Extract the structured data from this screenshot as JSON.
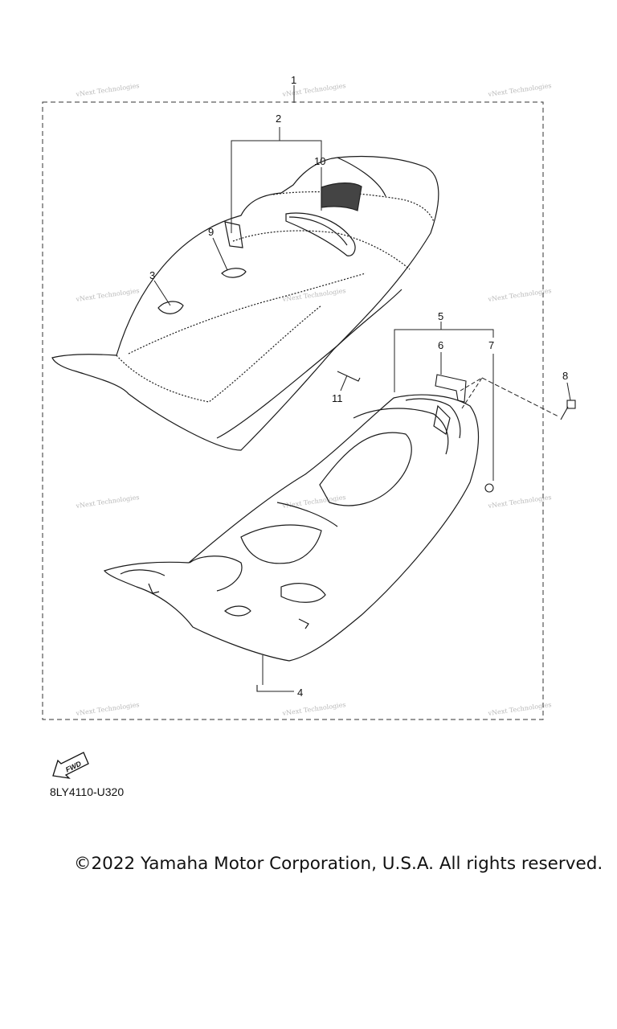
{
  "callouts": [
    "1",
    "2",
    "3",
    "4",
    "5",
    "6",
    "7",
    "8",
    "9",
    "10",
    "11"
  ],
  "watermark": {
    "text": "vNext Technologies"
  },
  "fwd_label": "FWD",
  "diagram_code": "8LY4110-U320",
  "copyright": "©2022 Yamaha Motor Corporation, U.S.A. All rights reserved."
}
